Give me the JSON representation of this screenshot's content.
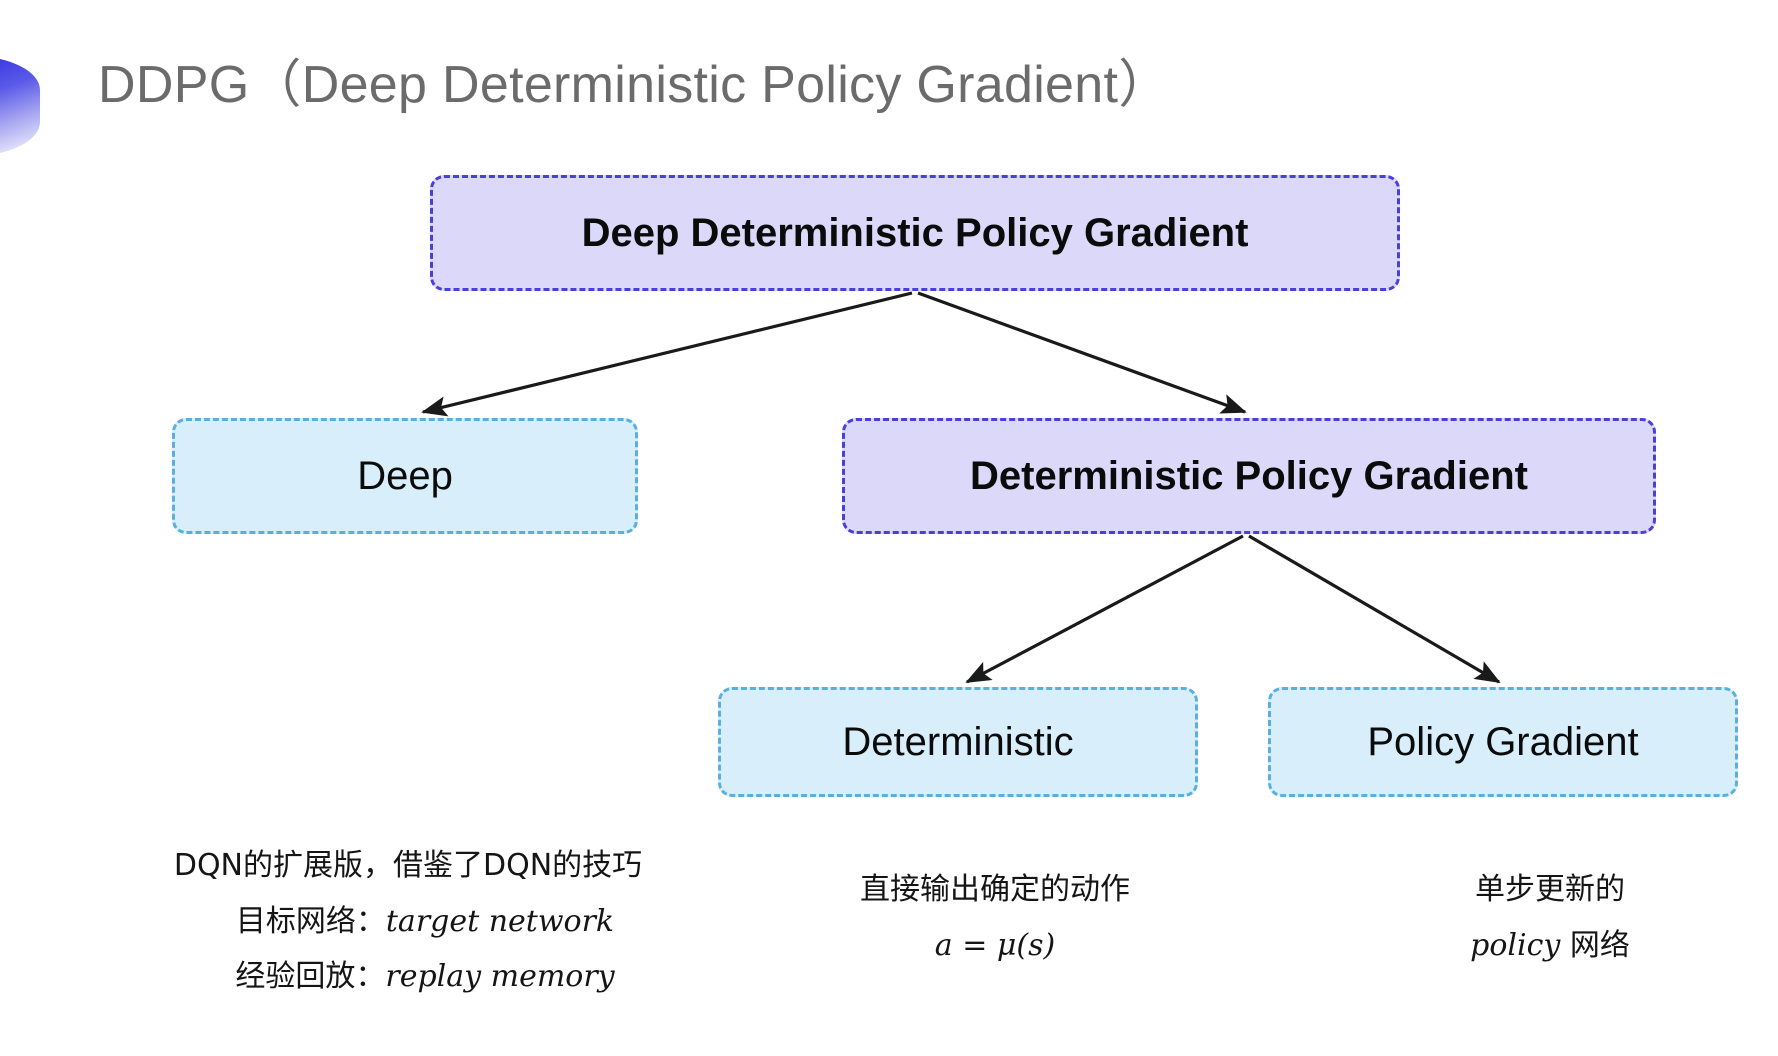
{
  "slide": {
    "title": "DDPG（Deep Deterministic Policy Gradient）",
    "background_color": "#ffffff",
    "accent_color": "#4a40d6",
    "decor_icon": "half-circle-gradient-bullet"
  },
  "diagram": {
    "type": "tree",
    "nodes": [
      {
        "id": "root",
        "label": "Deep Deterministic Policy Gradient",
        "style": "purple"
      },
      {
        "id": "deep",
        "label": "Deep",
        "style": "blue"
      },
      {
        "id": "dpg",
        "label": "Deterministic Policy Gradient",
        "style": "purple"
      },
      {
        "id": "det",
        "label": "Deterministic",
        "style": "blue"
      },
      {
        "id": "pg",
        "label": "Policy Gradient",
        "style": "blue"
      }
    ],
    "edges": [
      {
        "from": "root",
        "to": "deep"
      },
      {
        "from": "root",
        "to": "dpg"
      },
      {
        "from": "dpg",
        "to": "det"
      },
      {
        "from": "dpg",
        "to": "pg"
      }
    ],
    "colors": {
      "purple_fill": "#dcd8fa",
      "purple_border": "#4a40d6",
      "blue_fill": "#d8eefb",
      "blue_border": "#5ab0dd",
      "arrow": "#1a1a1a"
    }
  },
  "captions": {
    "left": {
      "line1": "DQN的扩展版，借鉴了DQN的技巧",
      "line2_label": "目标网络：",
      "line2_term": "target network",
      "line3_label": "经验回放：",
      "line3_term": "replay memory"
    },
    "middle": {
      "line1": "直接输出确定的动作",
      "line2": "a = μ(s)"
    },
    "right": {
      "line1": "单步更新的",
      "line2_term": "policy",
      "line2_suffix": " 网络"
    }
  }
}
